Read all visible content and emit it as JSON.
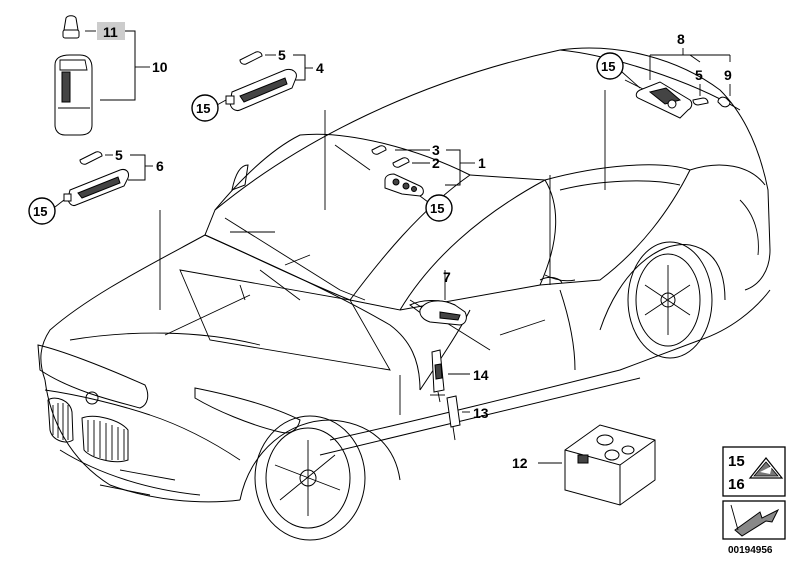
{
  "diagram_id": "00194956",
  "callouts": {
    "c1": "1",
    "c2": "2",
    "c3": "3",
    "c4": "4",
    "c5a": "5",
    "c5b": "5",
    "c5c": "5",
    "c6": "6",
    "c7": "7",
    "c8": "8",
    "c9": "9",
    "c10": "10",
    "c11": "11",
    "c12": "12",
    "c13": "13",
    "c14": "14"
  },
  "circled": {
    "k1": "15",
    "k2": "15",
    "k3": "15",
    "k4": "15"
  },
  "legend": {
    "top": "15",
    "bottom": "16"
  }
}
